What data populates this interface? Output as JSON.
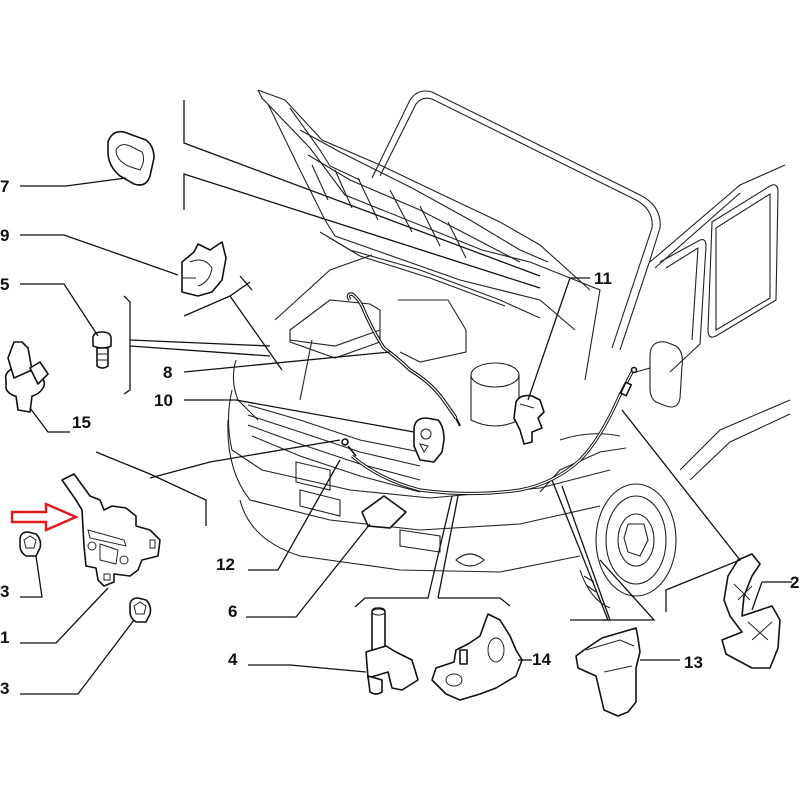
{
  "diagram": {
    "title": "Bonnet / hood lock and release cable assembly — exploded parts view",
    "highlight_color": "#e0191b",
    "highlighted_part": "1",
    "callouts": [
      {
        "id": "c7",
        "label": "7",
        "part": "bump-stop-pad"
      },
      {
        "id": "c9",
        "label": "9",
        "part": "rod-clip"
      },
      {
        "id": "c5",
        "label": "5",
        "part": "screw"
      },
      {
        "id": "c15",
        "label": "15",
        "part": "prop-rod-holder"
      },
      {
        "id": "c8",
        "label": "8",
        "part": "hood-support-rod"
      },
      {
        "id": "c10",
        "label": "10",
        "part": "rod-retainer"
      },
      {
        "id": "c11",
        "label": "11",
        "part": "hood-catch"
      },
      {
        "id": "c12",
        "label": "12",
        "part": "release-cable"
      },
      {
        "id": "c6",
        "label": "6",
        "part": "cable-cover"
      },
      {
        "id": "c3a",
        "label": "3",
        "part": "nut"
      },
      {
        "id": "c1",
        "label": "1",
        "part": "hood-lock"
      },
      {
        "id": "c3b",
        "label": "3",
        "part": "nut"
      },
      {
        "id": "c4",
        "label": "4",
        "part": "cable-clip"
      },
      {
        "id": "c14",
        "label": "14",
        "part": "double-cable-clip"
      },
      {
        "id": "c13",
        "label": "13",
        "part": "cable-retainer"
      },
      {
        "id": "c2",
        "label": "2",
        "part": "release-handle"
      }
    ]
  }
}
